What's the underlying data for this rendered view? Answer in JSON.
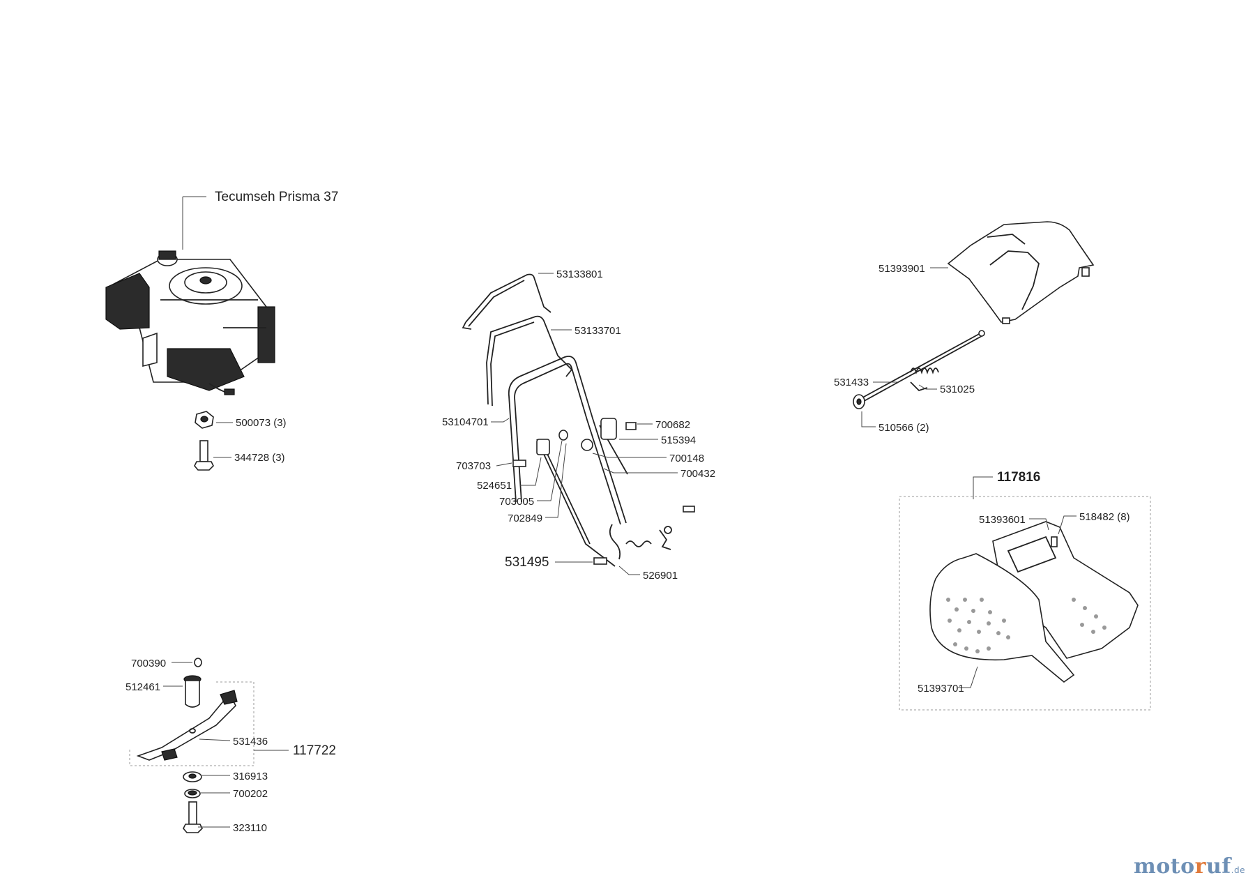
{
  "engine": {
    "title": "Tecumseh  Prisma 37"
  },
  "labels": {
    "p500073": "500073 (3)",
    "p344728": "344728 (3)",
    "p53133801": "53133801",
    "p53133701": "53133701",
    "p53104701": "53104701",
    "p700682": "700682",
    "p515394": "515394",
    "p700148": "700148",
    "p700432": "700432",
    "p703703": "703703",
    "p524651": "524651",
    "p703005": "703005",
    "p702849": "702849",
    "p531495": "531495",
    "p526901": "526901",
    "p51393901": "51393901",
    "p531433": "531433",
    "p531025": "531025",
    "p510566": "510566 (2)",
    "p117816": "117816",
    "p51393601": "51393601",
    "p518482": "518482 (8)",
    "p51393701": "51393701",
    "p700390": "700390",
    "p512461": "512461",
    "p531436": "531436",
    "p117722": "117722",
    "p316913": "316913",
    "p700202": "700202",
    "p323110": "323110"
  },
  "brand": {
    "part1": "moto",
    "part2": "r",
    "part3": "uf",
    "suffix": ".de"
  }
}
